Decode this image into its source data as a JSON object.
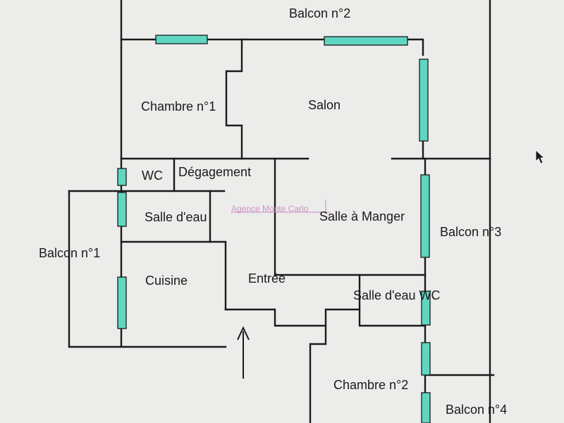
{
  "rooms": {
    "balcon2": "Balcon n°2",
    "chambre1": "Chambre n°1",
    "salon": "Salon",
    "wc": "WC",
    "degagement": "Dégagement",
    "salle_eau_1": "Salle d'eau",
    "salle_manger": "Salle à Manger",
    "balcon3": "Balcon n°3",
    "balcon1": "Balcon n°1",
    "cuisine": "Cuisine",
    "entree": "Entrée",
    "salle_eau_wc": "Salle d'eau WC",
    "chambre2": "Chambre n°2",
    "balcon4": "Balcon n°4"
  },
  "watermark": "Agence Monte Carlo",
  "colors": {
    "wall": "#1a1a1a",
    "window": "#5fd6c2",
    "background": "#ececea",
    "watermark": "#c486c0"
  },
  "icons": {
    "entrance": "up-arrow-icon",
    "cursor": "mouse-pointer-icon"
  }
}
